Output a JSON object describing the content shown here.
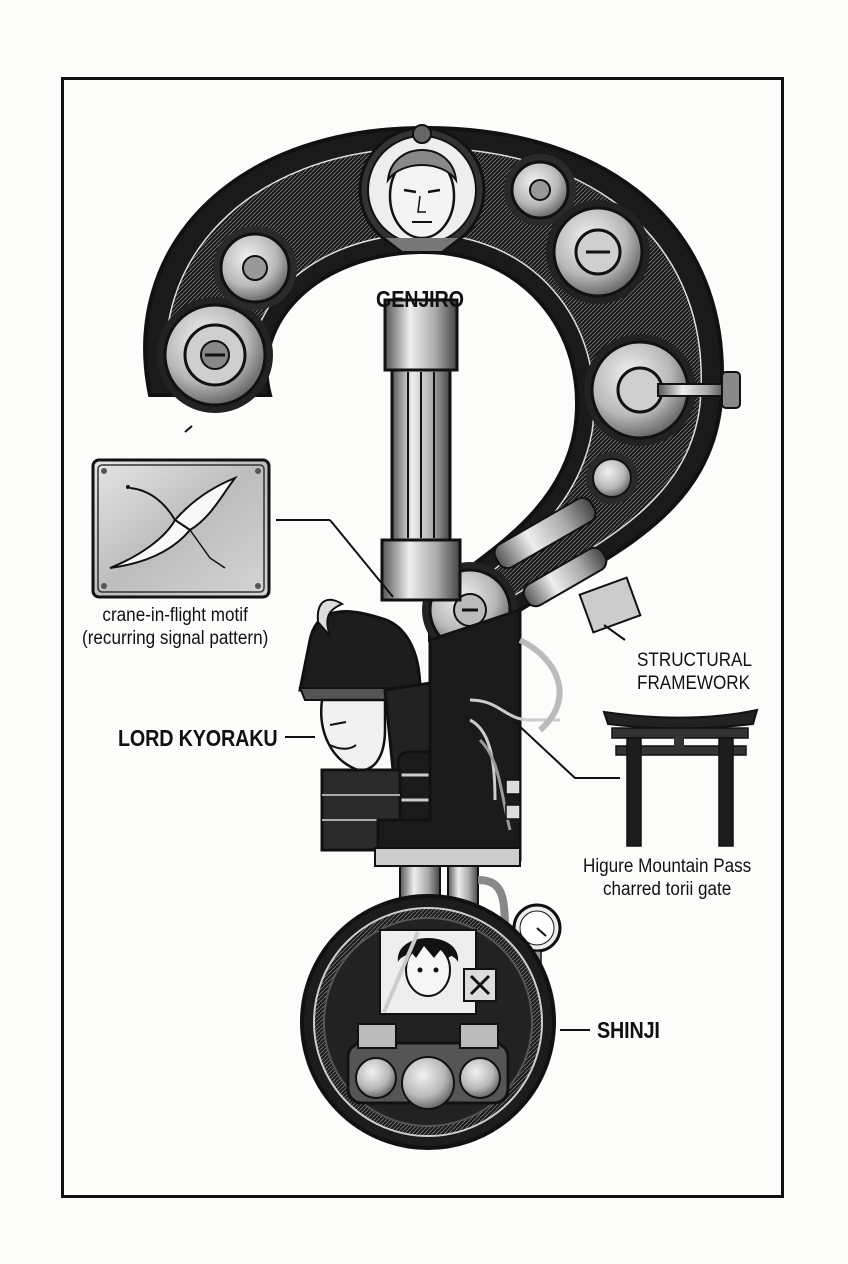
{
  "labels": {
    "top_character": "GENJIRO",
    "middle_character": "LORD KYORAKU",
    "bottom_character": "SHINJI",
    "crane_caption_line1": "crane-in-flight motif",
    "crane_caption_line2": "(recurring signal pattern)",
    "framework_line1": "STRUCTURAL",
    "framework_line2": "FRAMEWORK",
    "torii_line1": "Higure Mountain Pass",
    "torii_line2": "charred torii gate"
  },
  "icons": [
    "gear-icon",
    "crane-icon",
    "torii-gate-icon",
    "pressure-gauge-icon",
    "samurai-helmet-icon",
    "portrait-icon",
    "engine-icon"
  ],
  "colors": {
    "ink": "#111111",
    "paper": "#fcfcfb",
    "metal_light": "#d9d9d9",
    "metal_mid": "#9a9a9a",
    "metal_dark": "#3a3a3a"
  }
}
